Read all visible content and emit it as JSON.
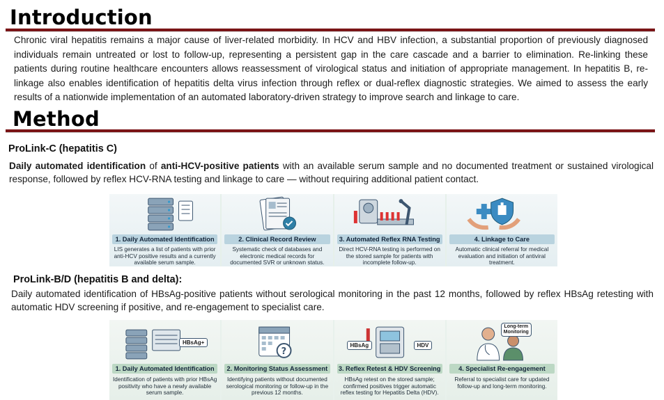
{
  "introduction": {
    "title": "Introduction",
    "text": "Chronic viral hepatitis remains a major cause of liver-related morbidity. In HCV and HBV infection, a substantial proportion of previously diagnosed individuals remain untreated or lost to follow-up, representing a persistent gap in the care cascade and a barrier to elimination. Re-linking these patients during routine healthcare encounters allows reassessment of virological status and initiation of appropriate management. In hepatitis B, re-linkage also enables identification of hepatitis delta virus infection through reflex or dual-reflex diagnostic strategies. We aimed to assess the early results of a nationwide implementation of an automated laboratory-driven strategy to improve search and linkage to care."
  },
  "method": {
    "title": "Method",
    "prolink_c": {
      "heading": "ProLink-C (hepatitis C)",
      "text_bold_1": "Daily automated identification",
      "text_2": " of ",
      "text_bold_3": "anti-HCV-positive patients",
      "text_4": " with an available serum sample and no documented treatment or sustained virological response, followed by reflex HCV-RNA testing and linkage to care — without requiring additional patient contact.",
      "steps": [
        {
          "label": "1. Daily Automated Identification",
          "desc": "LIS generates a list of patients with prior anti-HCV positive results and a currently available serum sample."
        },
        {
          "label": "2. Clinical Record Review",
          "desc": "Systematic check of databases and electronic medical records for documented SVR or unknown status."
        },
        {
          "label": "3. Automated Reflex RNA Testing",
          "desc": "Direct HCV-RNA testing is performed on the stored sample for patients with incomplete follow-up."
        },
        {
          "label": "4. Linkage to Care",
          "desc": "Automatic clinical referral for medical evaluation and initiation of antiviral treatment."
        }
      ]
    },
    "prolink_bd": {
      "heading": "ProLink-B/D (hepatitis B and delta):",
      "text": "Daily automated identification of HBsAg-positive patients without serological monitoring in the past 12 months, followed by reflex HBsAg retesting with automatic HDV screening if positive, and re-engagement to specialist care.",
      "callouts": {
        "hbsag_plus": "HBsAg+",
        "hbsag": "HBsAg",
        "hdv": "HDV",
        "long_term": "Long-term Monitoring"
      },
      "steps": [
        {
          "label": "1. Daily Automated Identification",
          "desc": "Identification of patients with prior HBsAg positivity who have a newly available serum sample."
        },
        {
          "label": "2. Monitoring Status Assessment",
          "desc": "Identifying patients without documented serological monitoring or follow-up in the previous 12 months."
        },
        {
          "label": "3. Reflex Retest & HDV Screening",
          "desc": "HBsAg retest on the stored sample; confirmed positives trigger automatic reflex testing for Hepatitis Delta (HDV)."
        },
        {
          "label": "4. Specialist Re-engagement",
          "desc": "Referral to specialist care for updated follow-up and long-term monitoring."
        }
      ]
    }
  }
}
